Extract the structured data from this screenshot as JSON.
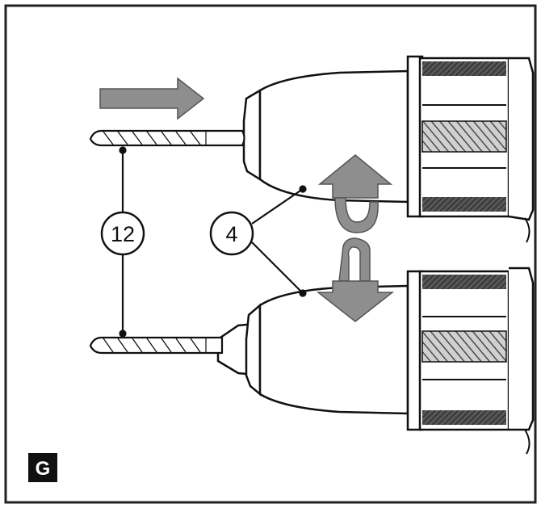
{
  "figure": {
    "badge_label": "G",
    "callouts": {
      "drill_bit": "12",
      "chuck_sleeve": "4"
    },
    "colors": {
      "arrow_fill": "#8e8e8e",
      "hatch_dark": "#3a3a3a",
      "frame": "#222222",
      "badge_bg": "#111111"
    },
    "icons": {
      "insert_direction": "arrow-right-icon",
      "open_rotation": "rotate-arrow-up-icon",
      "close_rotation": "rotate-arrow-down-icon"
    }
  }
}
